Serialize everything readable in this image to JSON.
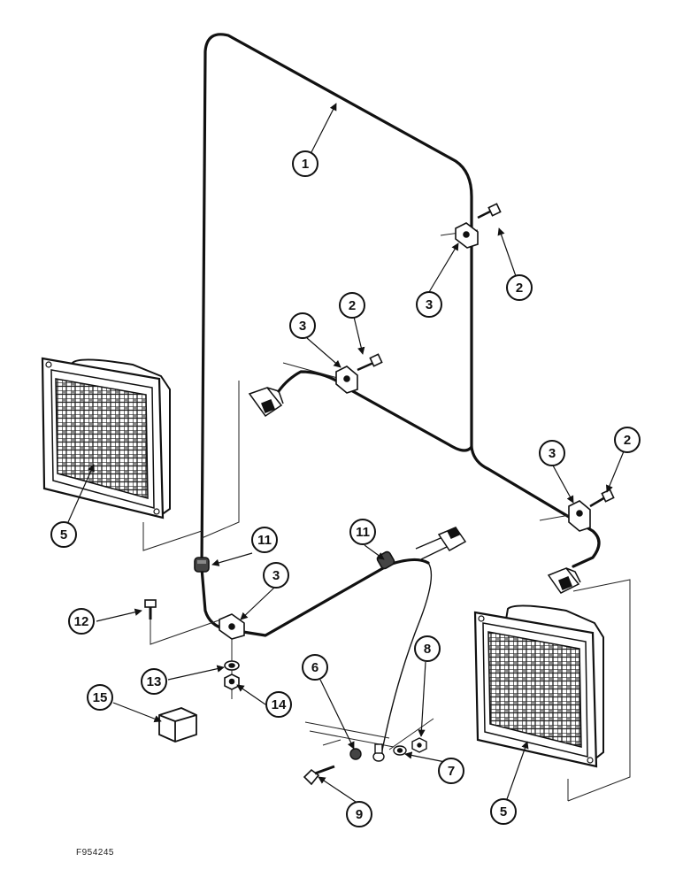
{
  "figure": {
    "id": "F954245"
  },
  "callouts": {
    "c1": "1",
    "c2a": "2",
    "c2b": "2",
    "c2c": "2",
    "c3a": "3",
    "c3b": "3",
    "c3c": "3",
    "c3d": "3",
    "c5a": "5",
    "c5b": "5",
    "c6": "6",
    "c7": "7",
    "c8": "8",
    "c9": "9",
    "c11a": "11",
    "c11b": "11",
    "c12": "12",
    "c13": "13",
    "c14": "14",
    "c15": "15"
  }
}
